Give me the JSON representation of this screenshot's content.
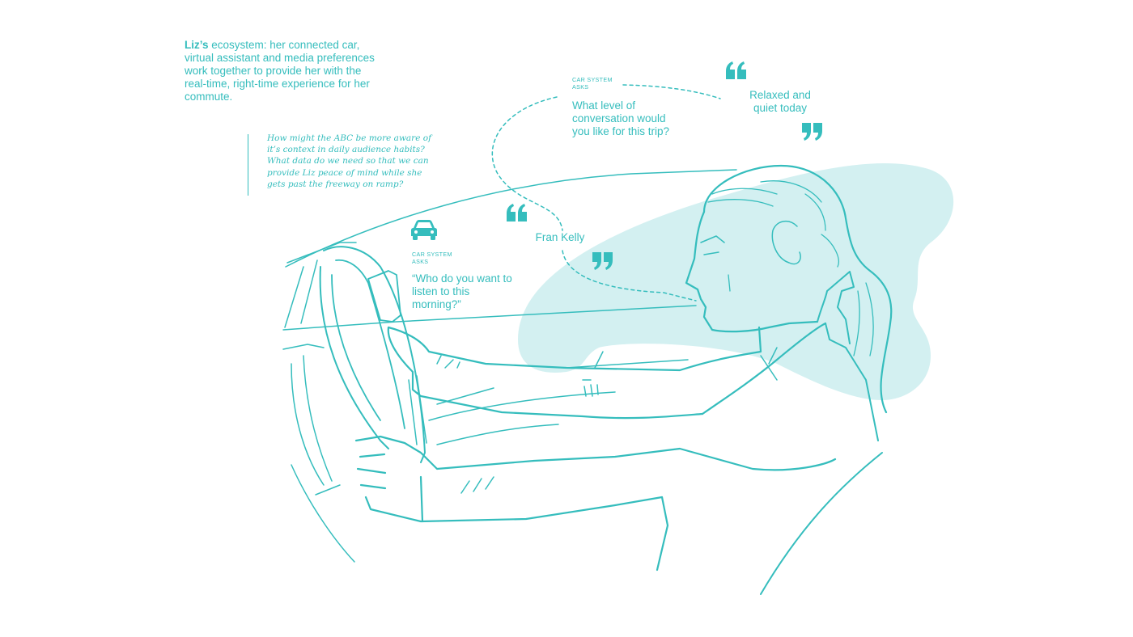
{
  "intro": {
    "name": "Liz’s",
    "text": " ecosystem: her connected car, virtual assistant and media preferences work together to provide her with the real-time, right-time experience for her commute."
  },
  "question": "How might the ABC be more aware of it’s context in daily audience habits? What data do we need so that we can provide Liz peace of mind while she gets past the freeway on ramp?",
  "prompts": [
    {
      "label_line1": "CAR SYSTEM",
      "label_line2": "ASKS",
      "text": "“Who do you want to listen to this morning?”"
    },
    {
      "label_line1": "CAR SYSTEM",
      "label_line2": "ASKS",
      "text": "What level of conversation would you like for this trip?"
    }
  ],
  "answers": [
    {
      "text": "Fran Kelly"
    },
    {
      "text": "Relaxed and quiet today"
    }
  ],
  "icons": {
    "car": "car-icon",
    "quote_open": "open-quote-icon",
    "quote_close": "close-quote-icon"
  },
  "colors": {
    "accent": "#35bdbd",
    "blob": "#d3f0f1",
    "background": "#ffffff"
  }
}
